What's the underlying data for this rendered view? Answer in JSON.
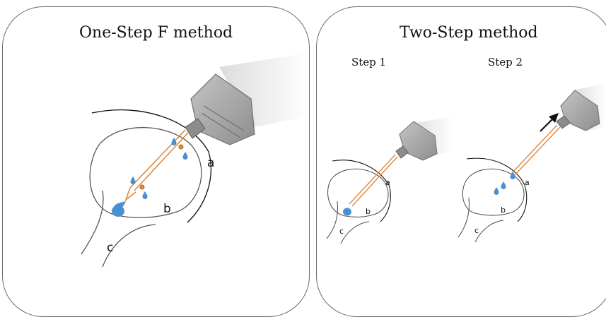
{
  "left_panel": {
    "title": "One-Step F method",
    "labels": {
      "a": "a",
      "b": "b",
      "c": "c"
    }
  },
  "right_panel": {
    "title": "Two-Step method",
    "step1": {
      "title": "Step 1",
      "labels": {
        "a": "a",
        "b": "b",
        "c": "c"
      }
    },
    "step2": {
      "title": "Step 2",
      "labels": {
        "a": "a",
        "b": "b",
        "c": "c"
      }
    }
  },
  "colors": {
    "needle": "#e0893c",
    "droplet": "#4a90d0",
    "device": "#a9a9a9",
    "outline": "#555555"
  }
}
